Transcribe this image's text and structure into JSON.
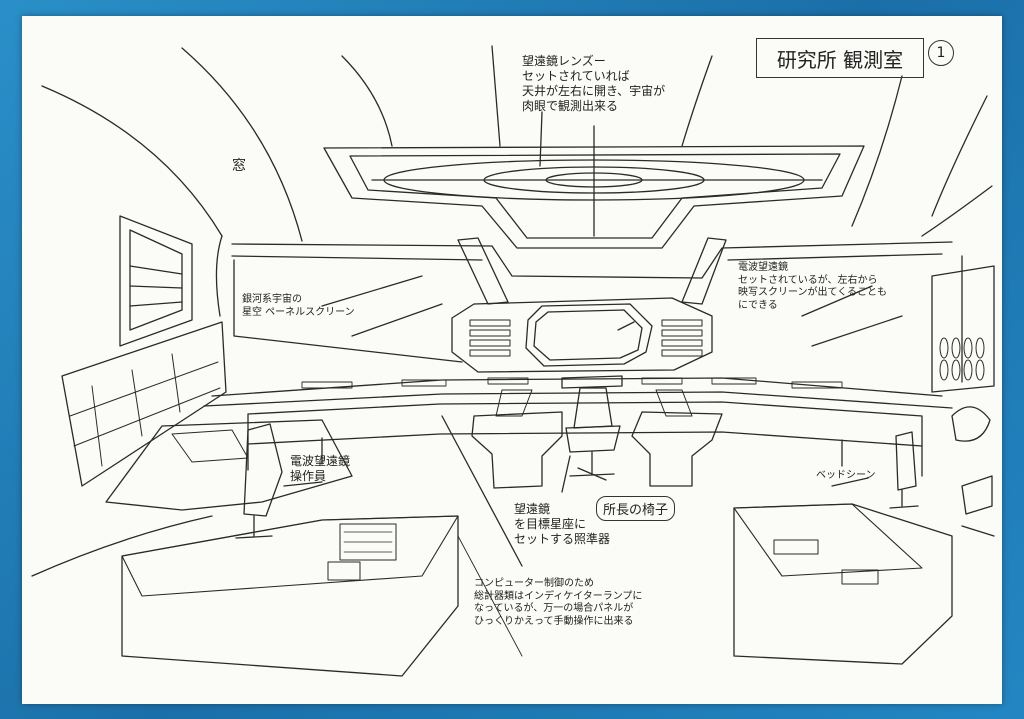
{
  "sheet": {
    "title": "研究所 観測室",
    "page_number": "1"
  },
  "notes": {
    "top_center": "望遠鏡レンズー\nセットされていれば\n天井が左右に開き、宇宙が\n肉眼で観測出来る",
    "left_upper": "窓",
    "left_window": "銀河系宇宙の\n星空 ペーネルスクリーン",
    "right_upper": "電波望遠鏡\nセットされているが、左右から\n映写スクリーンが出てくることも\nにできる",
    "left_operator": "電波望遠鏡\n操作員",
    "center_telescope": "望遠鏡\nを目標星座に\nセットする照準器",
    "chief_seat": "所長の椅子",
    "right_desk": "ベッドシーン",
    "bottom_center": "コンピューター制御のため\n総計器類はインディケイターランプに\nなっているが、万一の場合パネルが\nひっくりかえって手動操作に出来る"
  }
}
